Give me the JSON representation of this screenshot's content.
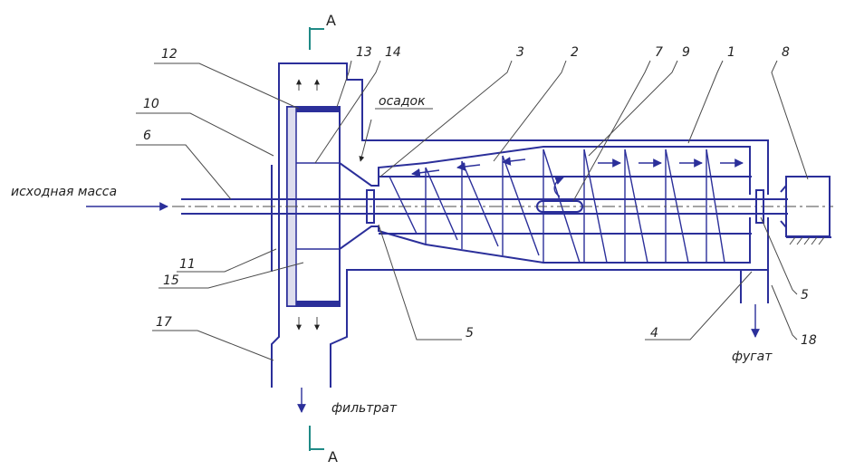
{
  "labels": {
    "inlet": "исходная масса",
    "sediment": "осадок",
    "filtrate": "фильтрат",
    "centrate": "фугат",
    "section_top": "А",
    "section_bottom": "А"
  },
  "numbers": [
    "13",
    "14",
    "12",
    "10",
    "6",
    "3",
    "2",
    "7",
    "9",
    "1",
    "8",
    "11",
    "15",
    "17",
    "5",
    "4",
    "5",
    "18"
  ],
  "colors": {
    "lines": "#2b2f9a",
    "leaders": "#4a4a4a",
    "section_marker": "#1f8a86"
  }
}
